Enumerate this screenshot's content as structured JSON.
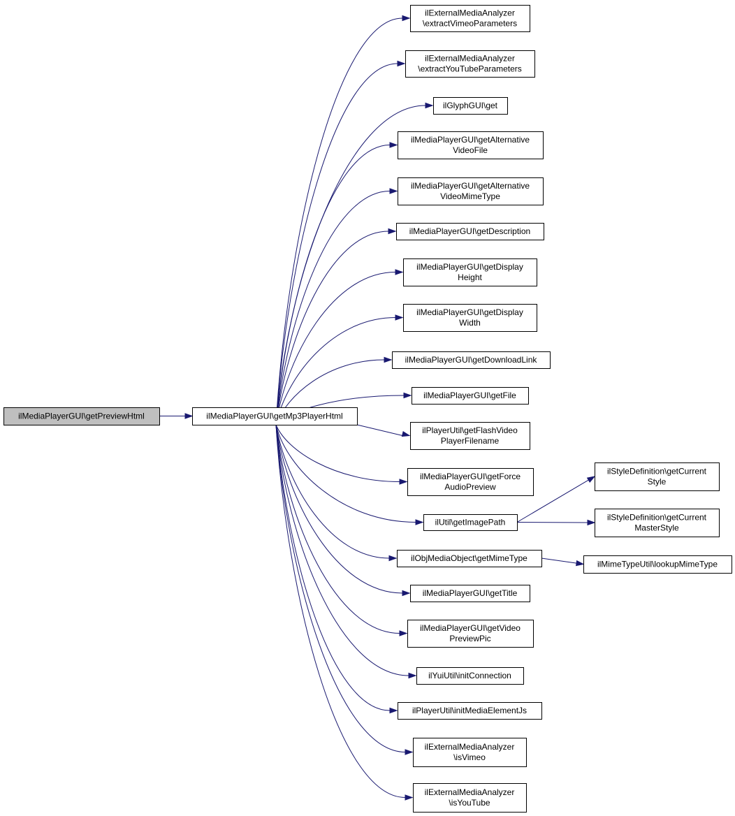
{
  "graph": {
    "nodes": [
      {
        "id": "root",
        "lines": [
          "ilMediaPlayerGUI\\getPreviewHtml"
        ],
        "highlighted": true
      },
      {
        "id": "mp3",
        "lines": [
          "ilMediaPlayerGUI\\getMp3PlayerHtml"
        ]
      },
      {
        "id": "vimeoParams",
        "lines": [
          "ilExternalMediaAnalyzer",
          "\\extractVimeoParameters"
        ]
      },
      {
        "id": "ytParams",
        "lines": [
          "ilExternalMediaAnalyzer",
          "\\extractYouTubeParameters"
        ]
      },
      {
        "id": "glyph",
        "lines": [
          "ilGlyphGUI\\get"
        ]
      },
      {
        "id": "altVideo",
        "lines": [
          "ilMediaPlayerGUI\\getAlternative",
          "VideoFile"
        ]
      },
      {
        "id": "altMime",
        "lines": [
          "ilMediaPlayerGUI\\getAlternative",
          "VideoMimeType"
        ]
      },
      {
        "id": "desc",
        "lines": [
          "ilMediaPlayerGUI\\getDescription"
        ]
      },
      {
        "id": "dispH",
        "lines": [
          "ilMediaPlayerGUI\\getDisplay",
          "Height"
        ]
      },
      {
        "id": "dispW",
        "lines": [
          "ilMediaPlayerGUI\\getDisplay",
          "Width"
        ]
      },
      {
        "id": "dlLink",
        "lines": [
          "ilMediaPlayerGUI\\getDownloadLink"
        ]
      },
      {
        "id": "getFile",
        "lines": [
          "ilMediaPlayerGUI\\getFile"
        ]
      },
      {
        "id": "flash",
        "lines": [
          "ilPlayerUtil\\getFlashVideo",
          "PlayerFilename"
        ]
      },
      {
        "id": "forceAudio",
        "lines": [
          "ilMediaPlayerGUI\\getForce",
          "AudioPreview"
        ]
      },
      {
        "id": "imgPath",
        "lines": [
          "ilUtil\\getImagePath"
        ]
      },
      {
        "id": "mimeType",
        "lines": [
          "ilObjMediaObject\\getMimeType"
        ]
      },
      {
        "id": "title",
        "lines": [
          "ilMediaPlayerGUI\\getTitle"
        ]
      },
      {
        "id": "vidPic",
        "lines": [
          "ilMediaPlayerGUI\\getVideo",
          "PreviewPic"
        ]
      },
      {
        "id": "yui",
        "lines": [
          "ilYuiUtil\\initConnection"
        ]
      },
      {
        "id": "mediaJs",
        "lines": [
          "ilPlayerUtil\\initMediaElementJs"
        ]
      },
      {
        "id": "isVimeo",
        "lines": [
          "ilExternalMediaAnalyzer",
          "\\isVimeo"
        ]
      },
      {
        "id": "isYT",
        "lines": [
          "ilExternalMediaAnalyzer",
          "\\isYouTube"
        ]
      },
      {
        "id": "curStyle",
        "lines": [
          "ilStyleDefinition\\getCurrent",
          "Style"
        ]
      },
      {
        "id": "curMaster",
        "lines": [
          "ilStyleDefinition\\getCurrent",
          "MasterStyle"
        ]
      },
      {
        "id": "lookup",
        "lines": [
          "ilMimeTypeUtil\\lookupMimeType"
        ]
      }
    ],
    "edges": [
      [
        "root",
        "mp3"
      ],
      [
        "mp3",
        "vimeoParams"
      ],
      [
        "mp3",
        "ytParams"
      ],
      [
        "mp3",
        "glyph"
      ],
      [
        "mp3",
        "altVideo"
      ],
      [
        "mp3",
        "altMime"
      ],
      [
        "mp3",
        "desc"
      ],
      [
        "mp3",
        "dispH"
      ],
      [
        "mp3",
        "dispW"
      ],
      [
        "mp3",
        "dlLink"
      ],
      [
        "mp3",
        "getFile"
      ],
      [
        "mp3",
        "flash"
      ],
      [
        "mp3",
        "forceAudio"
      ],
      [
        "mp3",
        "imgPath"
      ],
      [
        "mp3",
        "mimeType"
      ],
      [
        "mp3",
        "title"
      ],
      [
        "mp3",
        "vidPic"
      ],
      [
        "mp3",
        "yui"
      ],
      [
        "mp3",
        "mediaJs"
      ],
      [
        "mp3",
        "isVimeo"
      ],
      [
        "mp3",
        "isYT"
      ],
      [
        "imgPath",
        "curStyle"
      ],
      [
        "imgPath",
        "curMaster"
      ],
      [
        "mimeType",
        "lookup"
      ]
    ],
    "colors": {
      "edge": "#191970",
      "root_fill": "#bfbfbf",
      "node_fill": "#ffffff",
      "border": "#000000"
    }
  }
}
